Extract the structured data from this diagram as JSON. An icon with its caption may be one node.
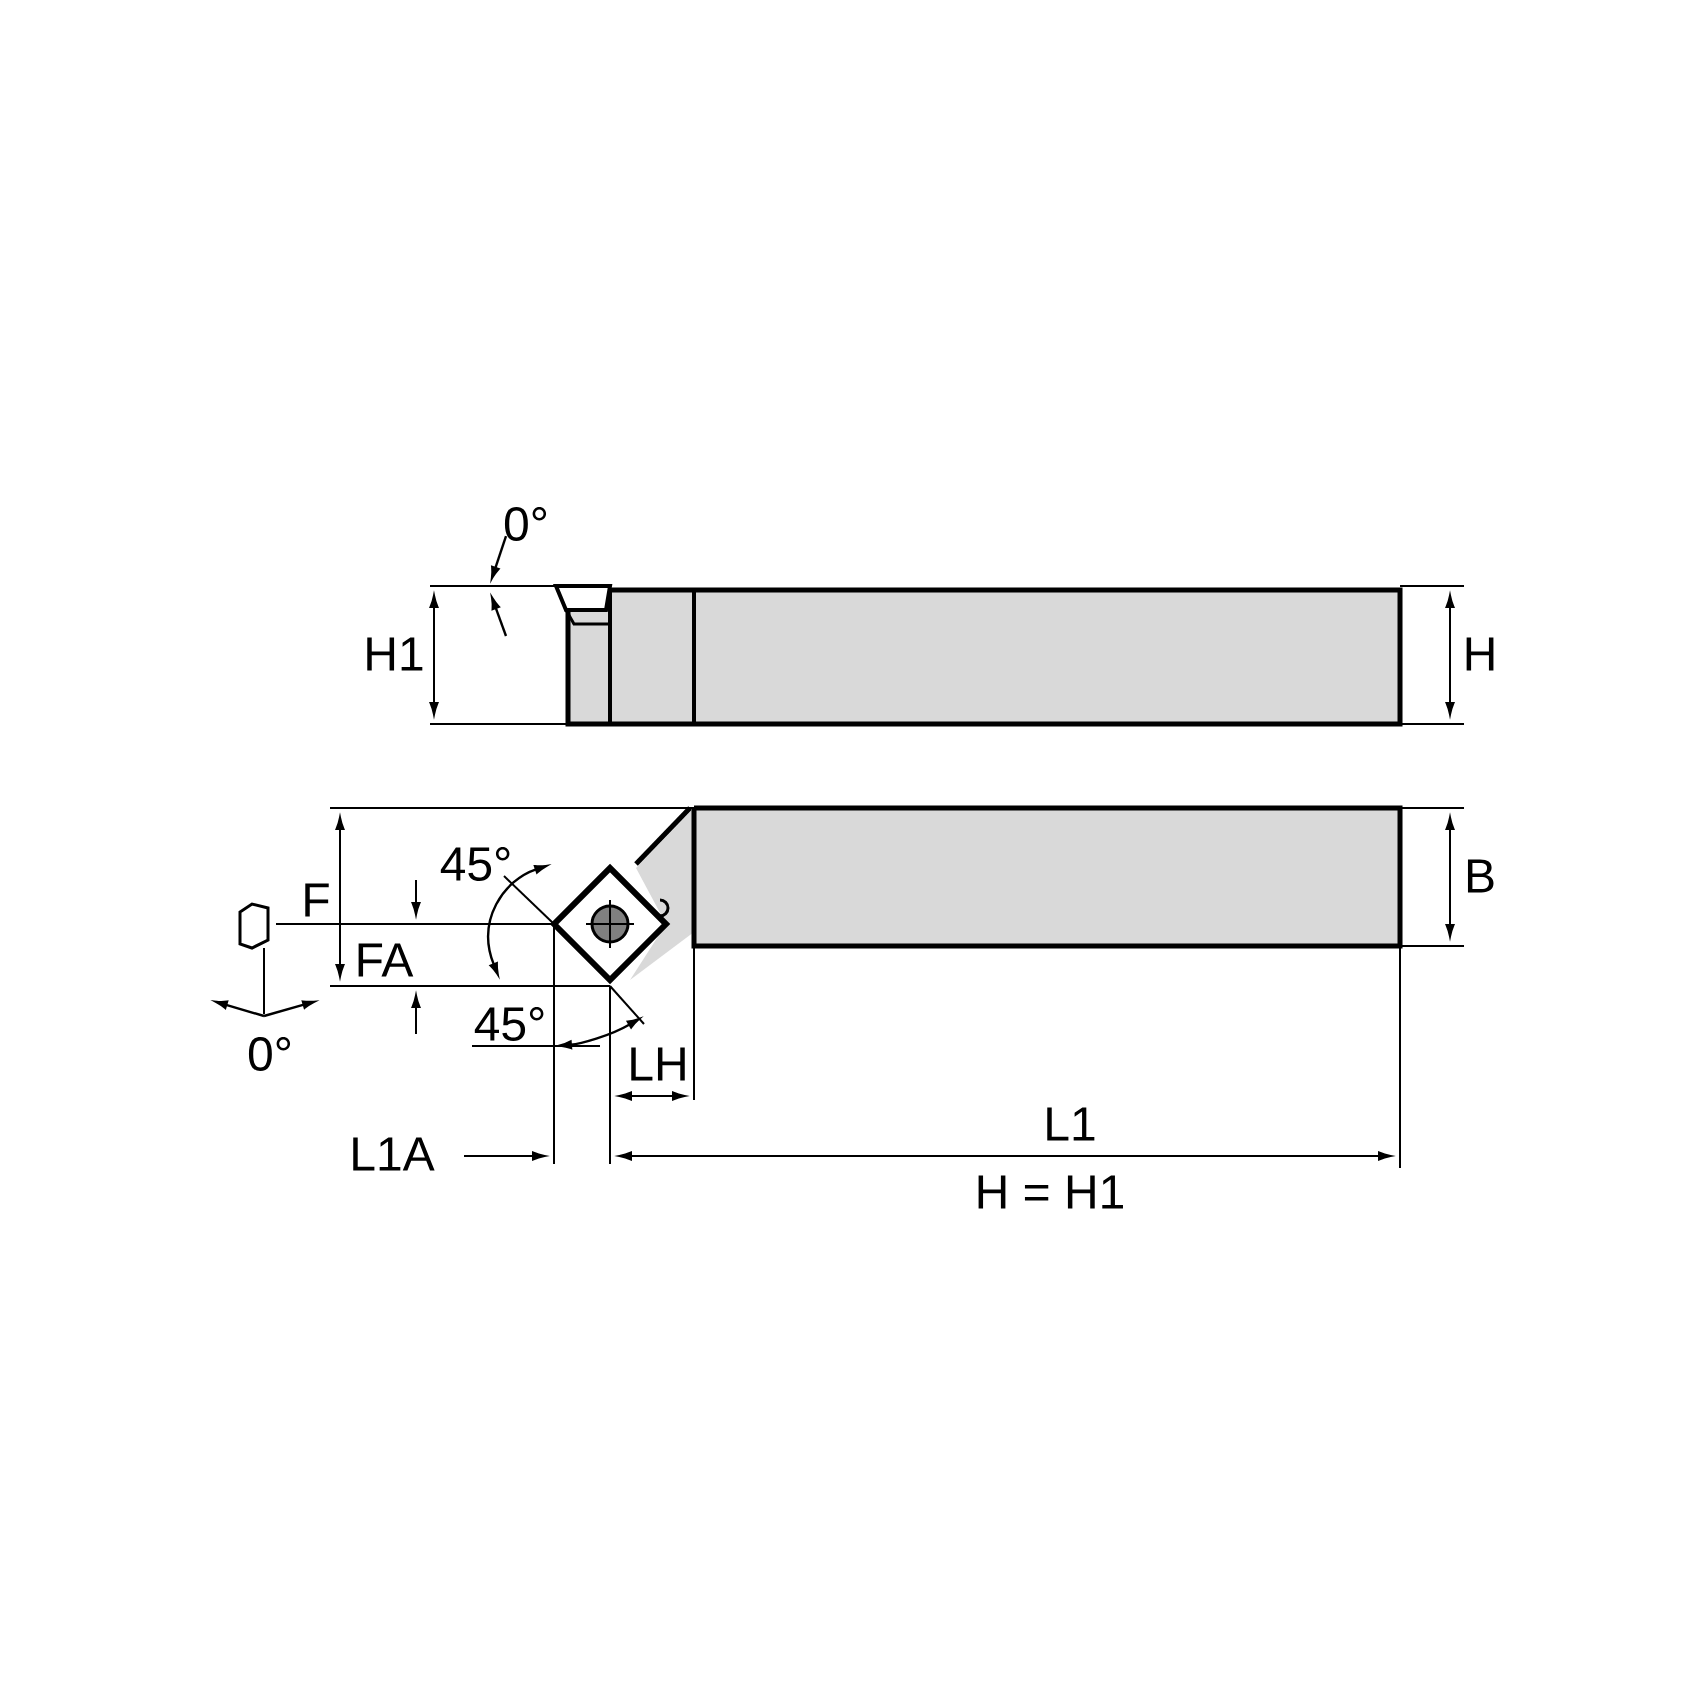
{
  "diagram": {
    "labels": [
      "0°",
      "H1",
      "H",
      "45°",
      "B",
      "F",
      "FA",
      "45°",
      "0°",
      "LH",
      "L1",
      "L1A",
      "H = H1"
    ]
  }
}
